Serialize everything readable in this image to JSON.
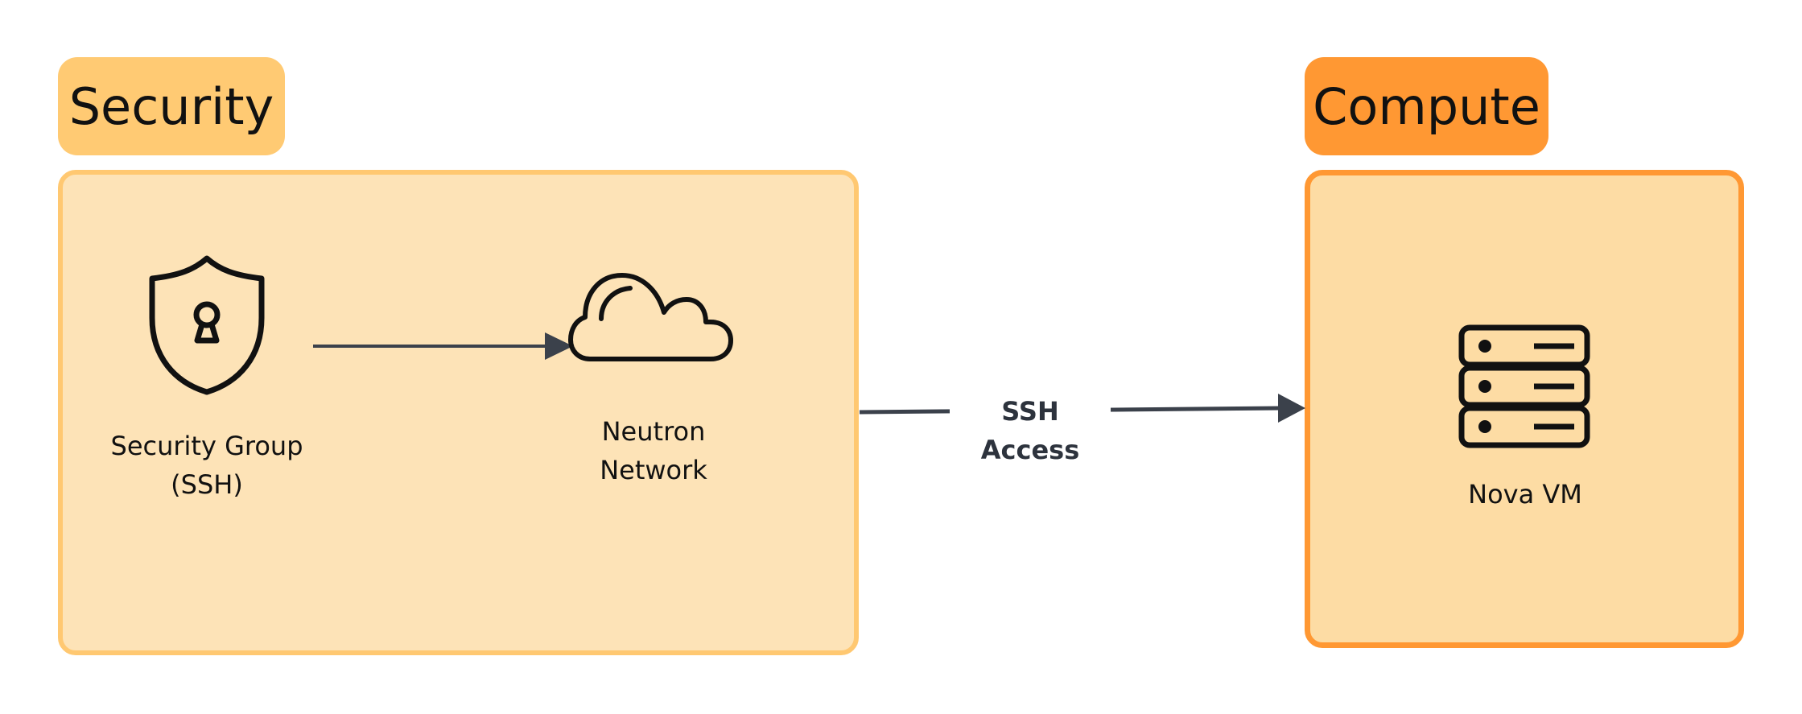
{
  "colors": {
    "security_fill": "#FDE3B7",
    "security_border": "#FFC871",
    "security_tag": "#FFCA73",
    "compute_fill": "#FDDCA4",
    "compute_border": "#FF9833",
    "compute_tag": "#FF9833",
    "edge": "#3B414B",
    "icon_stroke": "#111111"
  },
  "groups": {
    "security": {
      "label": "Security"
    },
    "compute": {
      "label": "Compute"
    }
  },
  "nodes": {
    "security_group": {
      "label": "Security Group\n(SSH)",
      "icon": "shield-lock-icon"
    },
    "neutron_network": {
      "label": "Neutron\nNetwork",
      "icon": "cloud-icon"
    },
    "nova_vm": {
      "label": "Nova VM",
      "icon": "server-rack-icon"
    }
  },
  "edges": [
    {
      "from": "security_group",
      "to": "neutron_network",
      "label": ""
    },
    {
      "from": "security",
      "to": "compute",
      "label": "SSH Access"
    }
  ]
}
